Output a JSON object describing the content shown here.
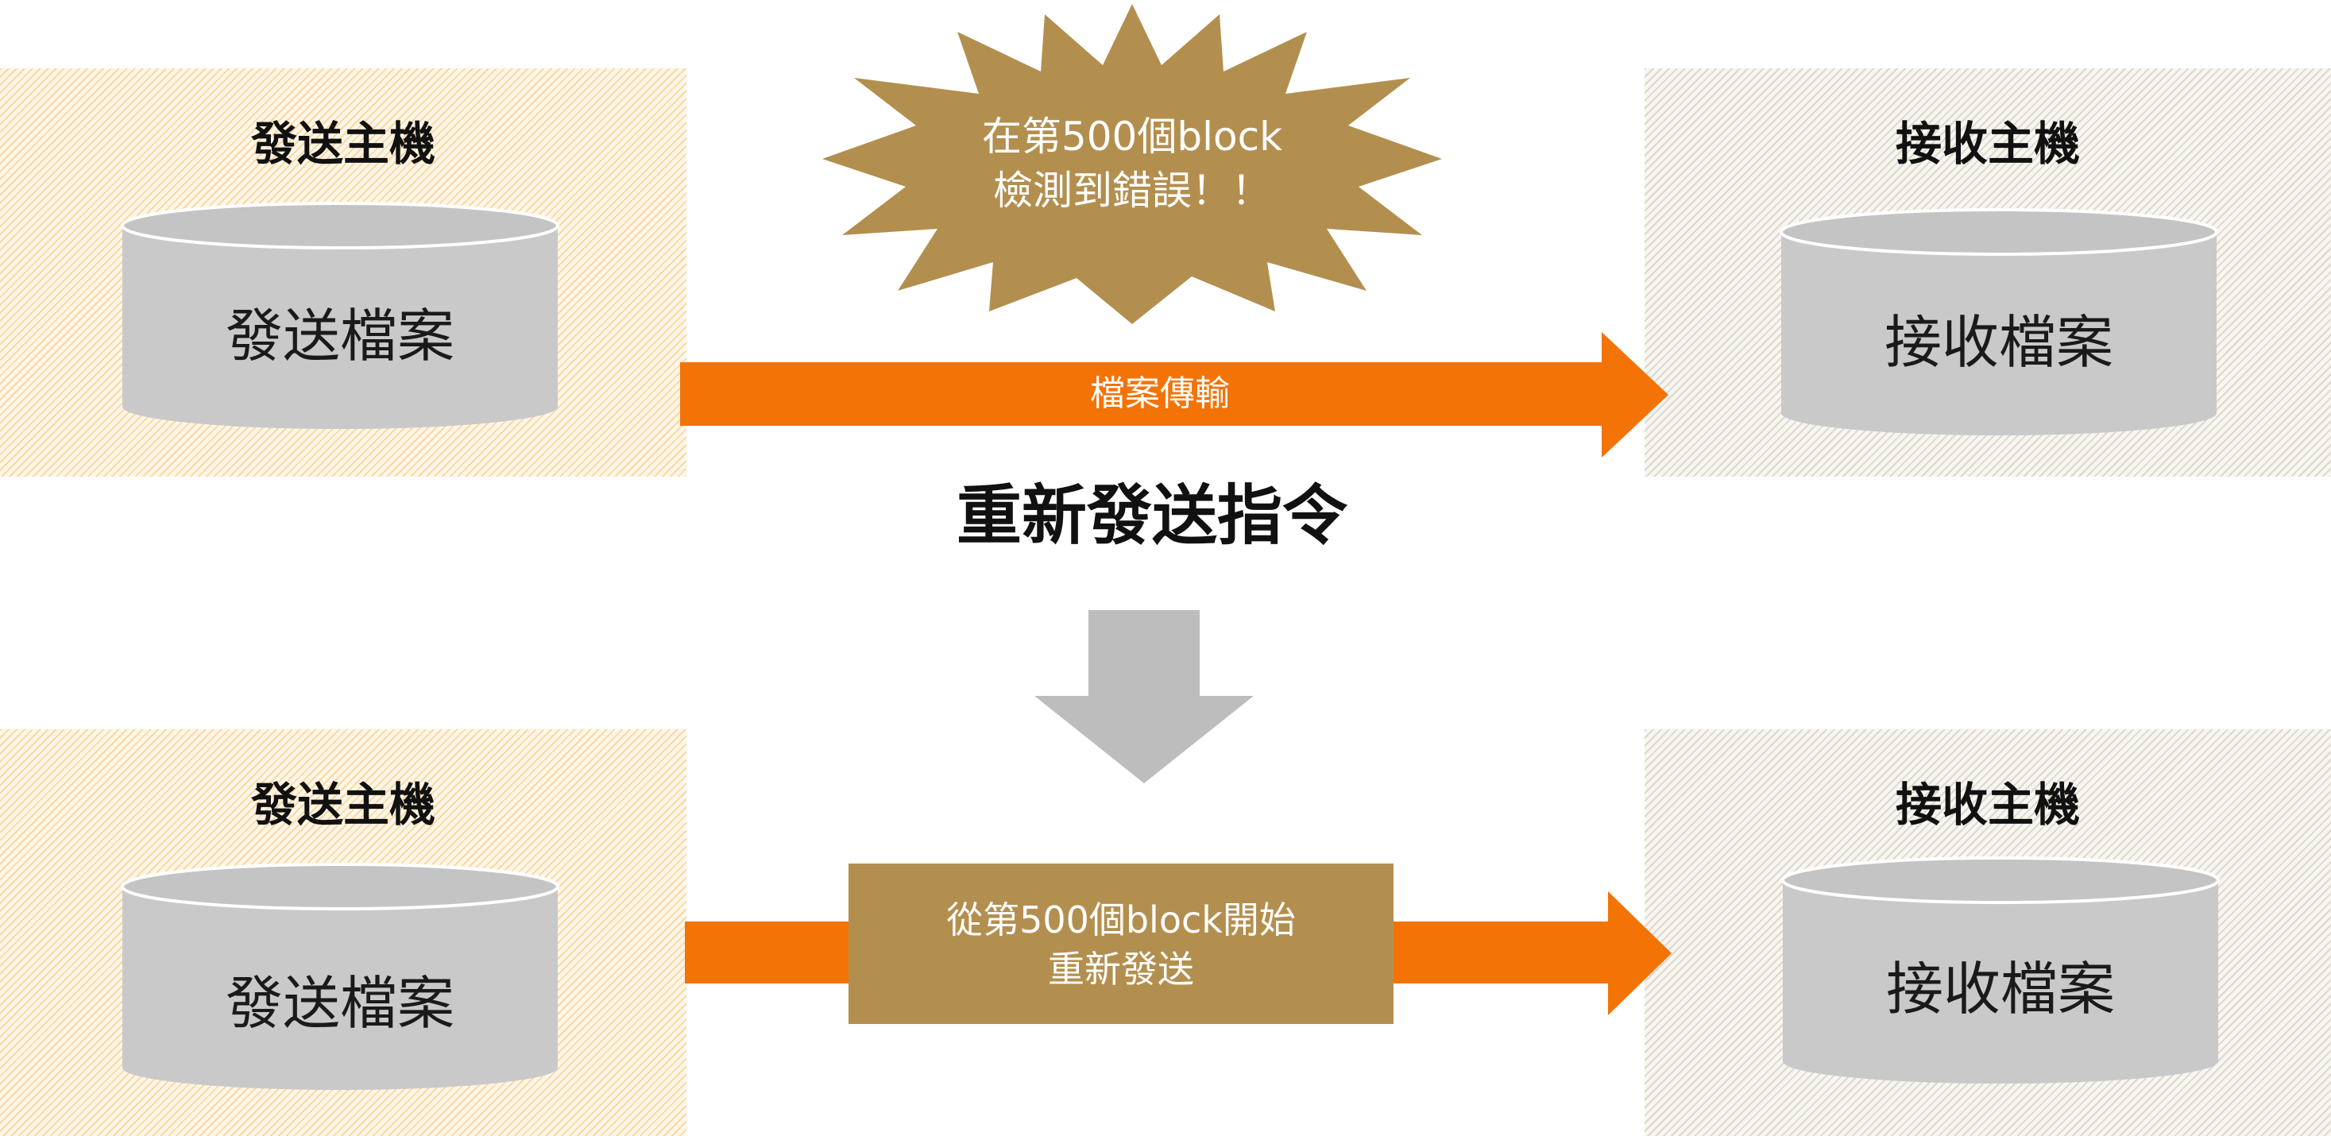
{
  "top": {
    "sender": {
      "title": "發送主機",
      "file": "發送檔案"
    },
    "receiver": {
      "title": "接收主機",
      "file": "接收檔案"
    },
    "burst": {
      "line1": "在第500個block",
      "line2": "檢測到錯誤！！"
    },
    "arrow_label": "檔案傳輸"
  },
  "resend_title": "重新發送指令",
  "bottom": {
    "sender": {
      "title": "發送主機",
      "file": "發送檔案"
    },
    "receiver": {
      "title": "接收主機",
      "file": "接收檔案"
    },
    "box": {
      "line1": "從第500個block開始",
      "line2": "重新發送"
    }
  },
  "colors": {
    "orange": "#f47306",
    "gold": "#b38f4f",
    "gray": "#c9c9c9",
    "arrow_gray": "#bdbdbd"
  }
}
